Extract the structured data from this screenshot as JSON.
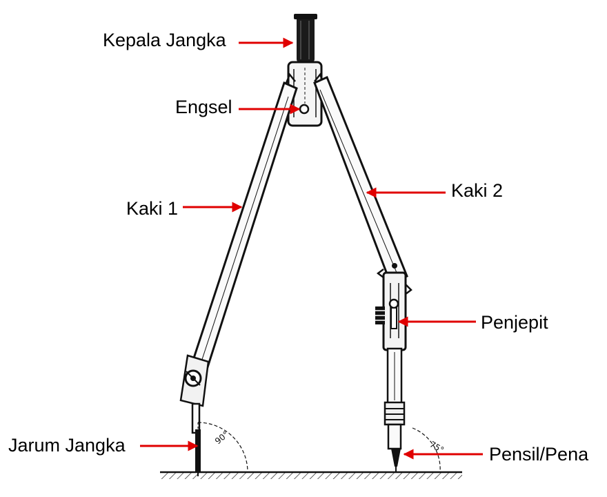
{
  "labels": {
    "compass_head": "Kepala Jangka",
    "hinge": "Engsel",
    "leg_1": "Kaki 1",
    "leg_2": "Kaki 2",
    "clamp": "Penjepit",
    "needle": "Jarum Jangka",
    "pencil": "Pensil/Pena"
  },
  "angles": {
    "needle_angle": "90°",
    "pencil_angle": "75°"
  },
  "colors": {
    "arrow": "#e00000",
    "drawing": "#111111",
    "background": "#ffffff"
  }
}
